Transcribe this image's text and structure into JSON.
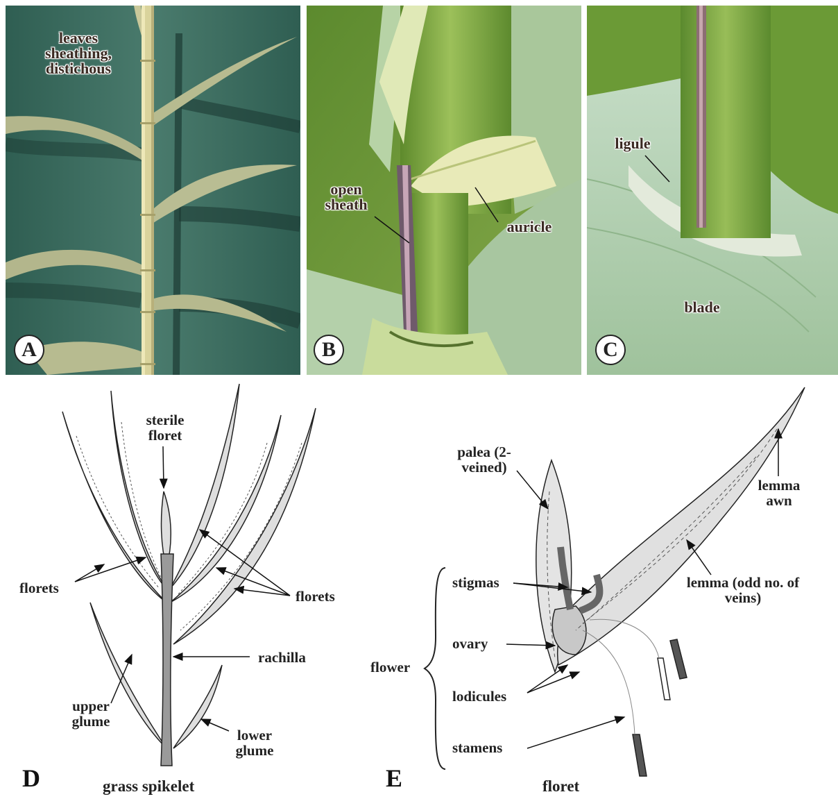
{
  "panels": {
    "a": {
      "badge": "A",
      "label": "leaves sheathing, distichous",
      "colors": {
        "background": "#3d6b5f",
        "stem": "#d8d29a",
        "leaf": "#b9bd93"
      }
    },
    "b": {
      "badge": "B",
      "labels": {
        "open_sheath": "open sheath",
        "auricle": "auricle"
      },
      "colors": {
        "grass": "#6f9a3a",
        "stem": "#7ea33e",
        "leaf": "#aecba0"
      }
    },
    "c": {
      "badge": "C",
      "labels": {
        "ligule": "ligule",
        "blade": "blade"
      },
      "colors": {
        "grass": "#6f9a3a",
        "stem": "#7ea33e",
        "leaf": "#a9c9a8"
      }
    },
    "d": {
      "letter": "D",
      "caption": "grass spikelet",
      "labels": {
        "sterile_floret": "sterile floret",
        "florets_left": "florets",
        "florets_right": "florets",
        "rachilla": "rachilla",
        "upper_glume": "upper glume",
        "lower_glume": "lower glume"
      }
    },
    "e": {
      "letter": "E",
      "caption": "floret",
      "labels": {
        "palea": "palea (2-veined)",
        "lemma_awn": "lemma awn",
        "stigmas": "stigmas",
        "lemma": "lemma (odd no. of veins)",
        "ovary": "ovary",
        "flower": "flower",
        "lodicules": "lodicules",
        "stamens": "stamens"
      }
    }
  }
}
